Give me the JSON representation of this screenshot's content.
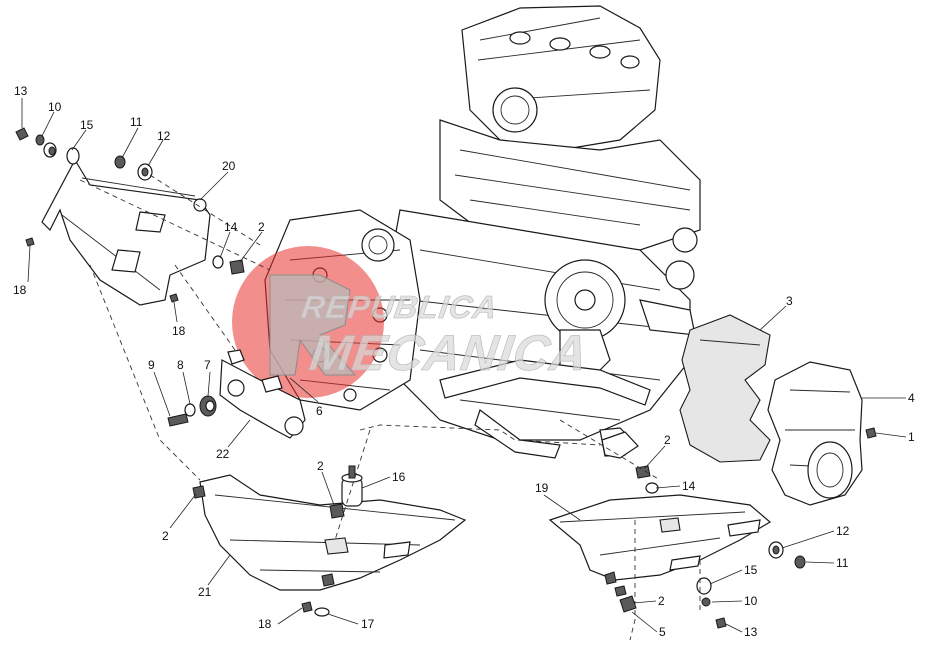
{
  "watermark": {
    "line1": "REPUBLICA",
    "line2": "MECANICA",
    "accent": "#e8322c"
  },
  "callouts": [
    {
      "id": "c13a",
      "label": "13"
    },
    {
      "id": "c10a",
      "label": "10"
    },
    {
      "id": "c15a",
      "label": "15"
    },
    {
      "id": "c11a",
      "label": "11"
    },
    {
      "id": "c12a",
      "label": "12"
    },
    {
      "id": "c20",
      "label": "20"
    },
    {
      "id": "c14a",
      "label": "14"
    },
    {
      "id": "c2a",
      "label": "2"
    },
    {
      "id": "c18a",
      "label": "18"
    },
    {
      "id": "c18b",
      "label": "18"
    },
    {
      "id": "c9",
      "label": "9"
    },
    {
      "id": "c8",
      "label": "8"
    },
    {
      "id": "c7",
      "label": "7"
    },
    {
      "id": "c6",
      "label": "6"
    },
    {
      "id": "c22",
      "label": "22"
    },
    {
      "id": "c3",
      "label": "3"
    },
    {
      "id": "c4",
      "label": "4"
    },
    {
      "id": "c1",
      "label": "1"
    },
    {
      "id": "c2b",
      "label": "2"
    },
    {
      "id": "c14b",
      "label": "14"
    },
    {
      "id": "c19",
      "label": "19"
    },
    {
      "id": "c16",
      "label": "16"
    },
    {
      "id": "c2c",
      "label": "2"
    },
    {
      "id": "c2d",
      "label": "2"
    },
    {
      "id": "c21",
      "label": "21"
    },
    {
      "id": "c18c",
      "label": "18"
    },
    {
      "id": "c17",
      "label": "17"
    },
    {
      "id": "c12b",
      "label": "12"
    },
    {
      "id": "c11b",
      "label": "11"
    },
    {
      "id": "c15b",
      "label": "15"
    },
    {
      "id": "c10b",
      "label": "10"
    },
    {
      "id": "c13b",
      "label": "13"
    },
    {
      "id": "c2e",
      "label": "2"
    },
    {
      "id": "c5",
      "label": "5"
    }
  ]
}
